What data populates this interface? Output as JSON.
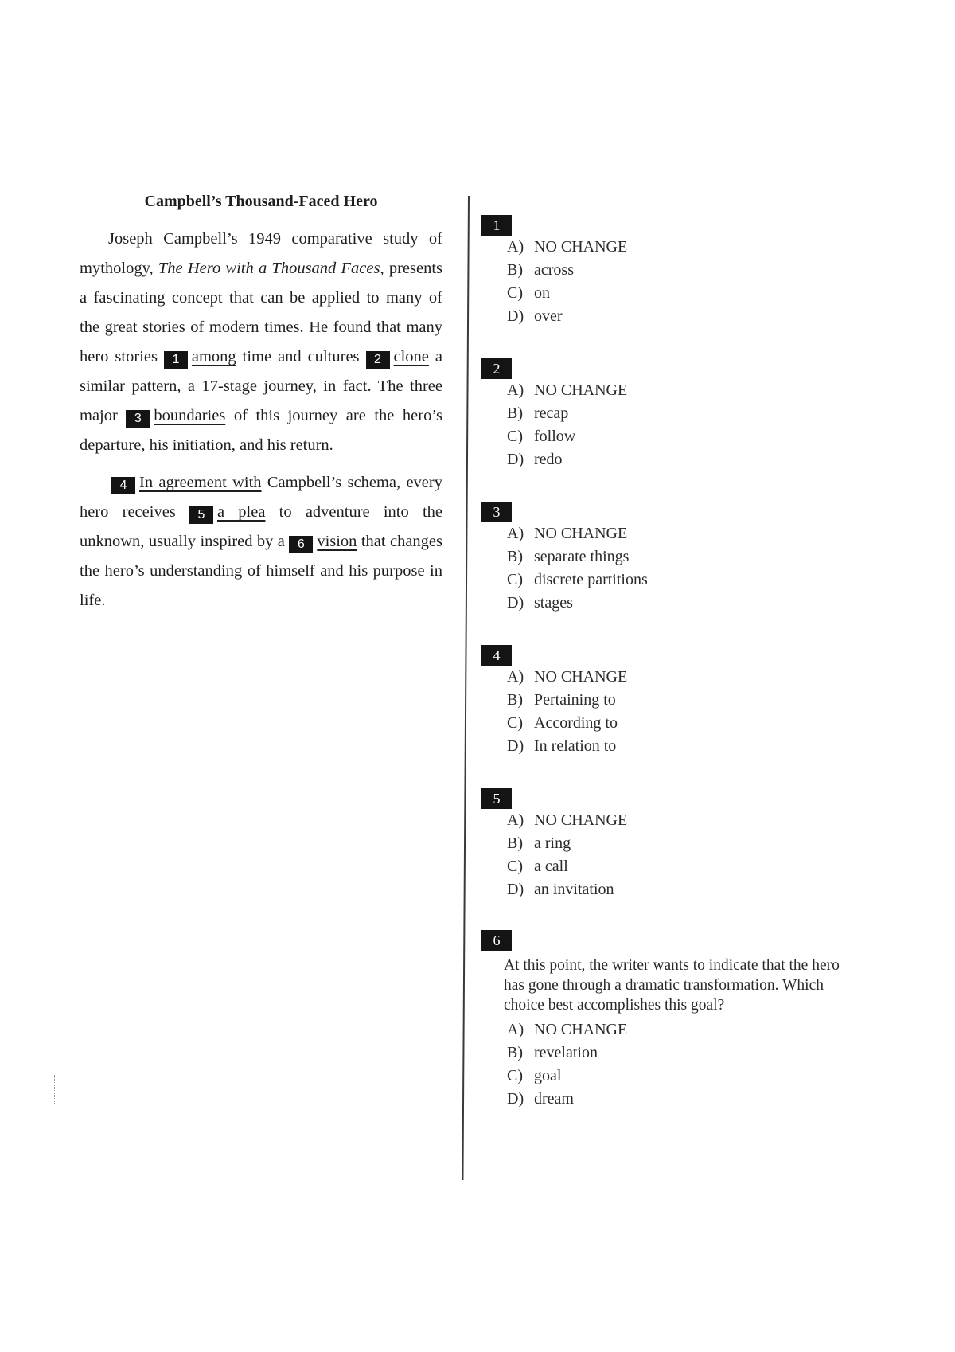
{
  "passage": {
    "title": "Campbell’s Thousand-Faced Hero",
    "p1": {
      "t1": "Joseph Campbell’s 1949 comparative study of mythology, ",
      "book": "The Hero with a Thousand Faces",
      "t2": ", presents a fascinating concept that can be applied to many of the great stories of modern times. He found that many hero stories ",
      "q1": "1",
      "u1": "among",
      "t3": " time and cultures ",
      "q2": "2",
      "u2": "clone",
      "t4": " a similar pattern, a 17-stage journey, in fact. The three major ",
      "q3": "3",
      "u3": "boundaries",
      "t5": " of this journey are the hero’s departure, his initiation, and his return."
    },
    "p2": {
      "q4": "4",
      "u4": "In agreement with",
      "t1": " Campbell’s schema, every hero receives ",
      "q5": "5",
      "u5": "a plea",
      "t2": " to adventure into the unknown, usually inspired by a ",
      "q6": "6",
      "u6": "vision",
      "t3": " that changes the hero’s understanding of himself and his purpose in life."
    }
  },
  "questions": [
    {
      "number": "1",
      "prompt": "",
      "choices": [
        {
          "letter": "A)",
          "text": "NO CHANGE"
        },
        {
          "letter": "B)",
          "text": "across"
        },
        {
          "letter": "C)",
          "text": "on"
        },
        {
          "letter": "D)",
          "text": "over"
        }
      ]
    },
    {
      "number": "2",
      "prompt": "",
      "choices": [
        {
          "letter": "A)",
          "text": "NO CHANGE"
        },
        {
          "letter": "B)",
          "text": "recap"
        },
        {
          "letter": "C)",
          "text": "follow"
        },
        {
          "letter": "D)",
          "text": "redo"
        }
      ]
    },
    {
      "number": "3",
      "prompt": "",
      "choices": [
        {
          "letter": "A)",
          "text": "NO CHANGE"
        },
        {
          "letter": "B)",
          "text": "separate things"
        },
        {
          "letter": "C)",
          "text": "discrete partitions"
        },
        {
          "letter": "D)",
          "text": "stages"
        }
      ]
    },
    {
      "number": "4",
      "prompt": "",
      "choices": [
        {
          "letter": "A)",
          "text": "NO CHANGE"
        },
        {
          "letter": "B)",
          "text": "Pertaining to"
        },
        {
          "letter": "C)",
          "text": "According to"
        },
        {
          "letter": "D)",
          "text": "In relation to"
        }
      ]
    },
    {
      "number": "5",
      "prompt": "",
      "choices": [
        {
          "letter": "A)",
          "text": "NO CHANGE"
        },
        {
          "letter": "B)",
          "text": "a ring"
        },
        {
          "letter": "C)",
          "text": "a call"
        },
        {
          "letter": "D)",
          "text": "an invitation"
        }
      ]
    },
    {
      "number": "6",
      "prompt": "At this point, the writer wants to indicate that the hero has gone through a dramatic transformation. Which choice best accomplishes this goal?",
      "choices": [
        {
          "letter": "A)",
          "text": "NO CHANGE"
        },
        {
          "letter": "B)",
          "text": "revelation"
        },
        {
          "letter": "C)",
          "text": "goal"
        },
        {
          "letter": "D)",
          "text": "dream"
        }
      ]
    }
  ]
}
